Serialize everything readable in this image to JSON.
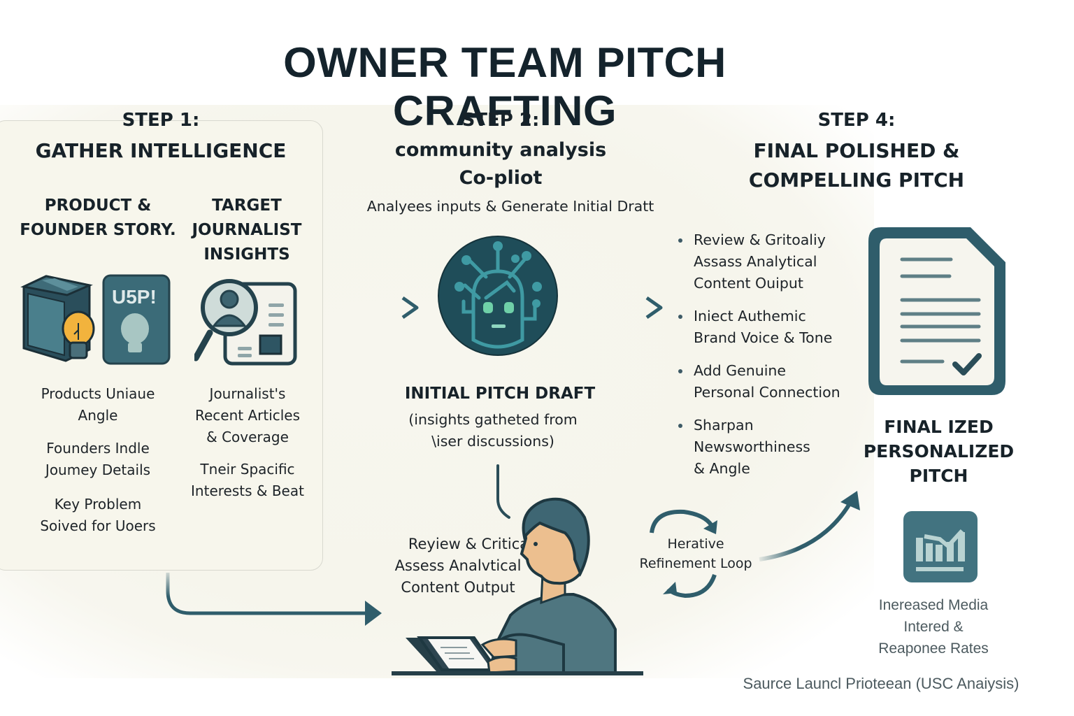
{
  "title": "OWNER TEAM PITCH CRAFTING",
  "colors": {
    "primary_teal": "#2f5d6b",
    "dark_navy": "#14232c",
    "bulb_yellow": "#f2b33d",
    "panel_bg": "#f7f6ec",
    "robot_green": "#6fd0a8",
    "skin": "#ecbf8f"
  },
  "step1": {
    "label": "STEP 1:",
    "title": "GATHER INTELLIGENCE",
    "columns": [
      {
        "heading_lines": [
          "PRODUCT &",
          "FOUNDER STORY."
        ],
        "icon_badge": "U5P!",
        "items": [
          [
            "Products Uniaue",
            "Angle"
          ],
          [
            "Founders Indle",
            "Joumey Details"
          ],
          [
            "Key Problem",
            "Soived for Uoers"
          ]
        ]
      },
      {
        "heading_lines": [
          "TARGET",
          "JOURNALIST",
          "INSIGHTS"
        ],
        "items": [
          [
            "Journalist's",
            "Recent Articles",
            "& Coverage"
          ],
          [
            "Tneir Spacific",
            "Interests & Beat"
          ]
        ]
      }
    ]
  },
  "step2": {
    "label": "STEP 2:",
    "title_line1": "community analysis",
    "title_line2": "Co-pliot",
    "subtitle": "Analyees inputs & Generate Initial Dratt",
    "output_title": "INITIAL PITCH DRAFT",
    "output_note_line1": "(insights gatheted from",
    "output_note_line2": "\\iser discussions)"
  },
  "review": {
    "lines": [
      "Reyiew & Critica",
      "Assess Analvtical",
      "Content Output"
    ]
  },
  "loop": {
    "lines": [
      "Herative",
      "Refinement Loop"
    ]
  },
  "step4": {
    "label": "STEP 4:",
    "title_line1": "FINAL POLISHED &",
    "title_line2": "COMPELLING PITCH",
    "bullets": [
      [
        "Review & Gritoaliy",
        "Assass Analytical",
        "Content Ouiput"
      ],
      [
        "Iniect Authemic",
        "Brand Voice & Tone"
      ],
      [
        "Add Genuine",
        "Personal Connection"
      ],
      [
        "Sharpan",
        "Newsworthiness",
        "& Angle"
      ]
    ],
    "final_label_lines": [
      "FINAL IZED",
      "PERSONALIZED",
      "PITCH"
    ]
  },
  "outcome": {
    "lines": [
      "Inereased Media",
      "Intered &",
      "Reaponee Rates"
    ]
  },
  "source": "Saurce Launcl Prioteean (USC Anaiysis)"
}
